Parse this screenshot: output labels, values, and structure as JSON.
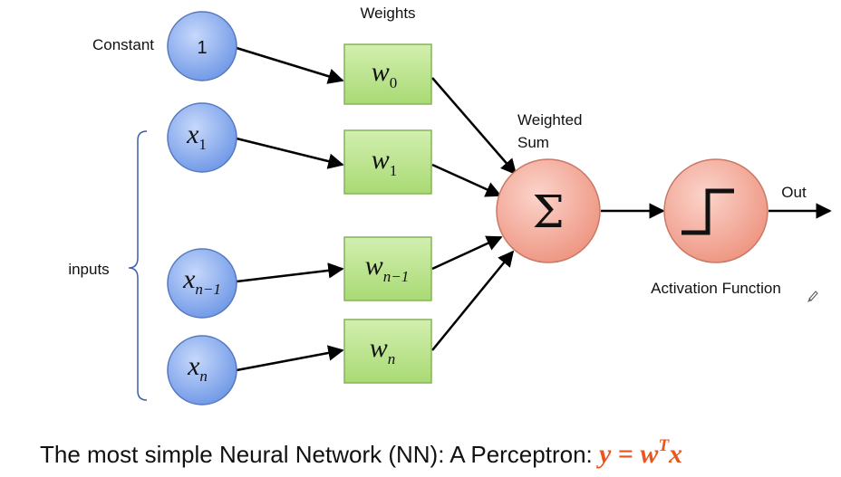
{
  "labels": {
    "weights": "Weights",
    "constant": "Constant",
    "inputs": "inputs",
    "weighted_sum_line1": "Weighted",
    "weighted_sum_line2": "Sum",
    "out": "Out",
    "activation_function": "Activation Function"
  },
  "nodes": {
    "const": "1",
    "x1_base": "x",
    "x1_sub": "1",
    "xn1_base": "x",
    "xn1_sub": "n−1",
    "xn_base": "x",
    "xn_sub": "n",
    "w0_base": "w",
    "w0_sub": "0",
    "w1_base": "w",
    "w1_sub": "1",
    "wn1_base": "w",
    "wn1_sub": "n−1",
    "wn_base": "w",
    "wn_sub": "n",
    "sum_symbol": "Σ"
  },
  "caption": {
    "text": "The most simple Neural Network (NN): A Perceptron: ",
    "eq_y": "y",
    "eq_eq": " = ",
    "eq_w": "w",
    "eq_sup": "T",
    "eq_x": "x"
  },
  "colors": {
    "input_fill": "#7fa6ec",
    "input_stroke": "#5578c0",
    "weight_fill": "#b9e38a",
    "weight_stroke": "#86b45a",
    "sum_fill": "#f2a899",
    "sum_stroke": "#c97966",
    "equation": "#e8561e"
  }
}
